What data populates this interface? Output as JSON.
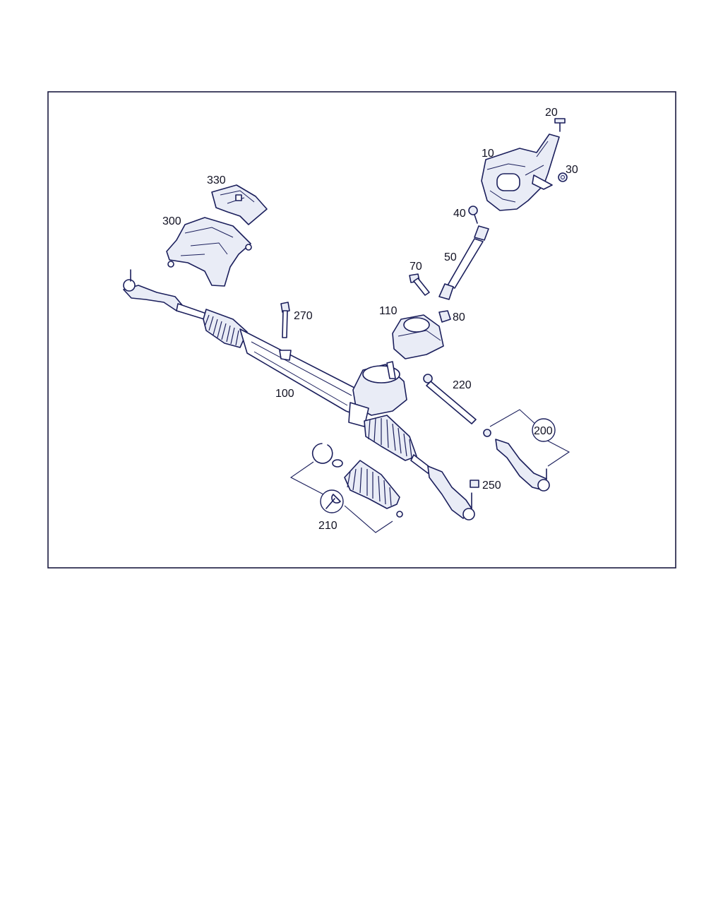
{
  "diagram": {
    "callouts": {
      "c10": "10",
      "c20": "20",
      "c30": "30",
      "c40": "40",
      "c50": "50",
      "c70": "70",
      "c80": "80",
      "c100": "100",
      "c110": "110",
      "c200": "200",
      "c210": "210",
      "c220": "220",
      "c250": "250",
      "c270": "270",
      "c300": "300",
      "c330": "330"
    },
    "icons": {
      "wrench_symbol": "wrench-icon"
    }
  }
}
